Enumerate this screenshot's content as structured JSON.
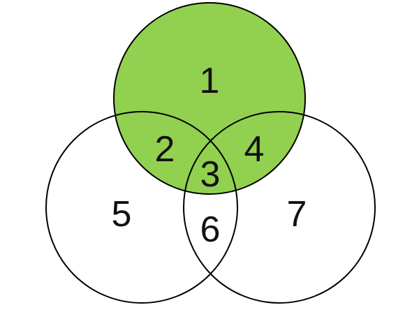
{
  "diagram": {
    "highlight_color": "#92d050",
    "outline_color": "#000000",
    "highlighted_set": "top",
    "regions": {
      "top_only": "1",
      "top_left": "2",
      "center": "3",
      "top_right": "4",
      "left_only": "5",
      "left_right": "6",
      "right_only": "7"
    }
  }
}
